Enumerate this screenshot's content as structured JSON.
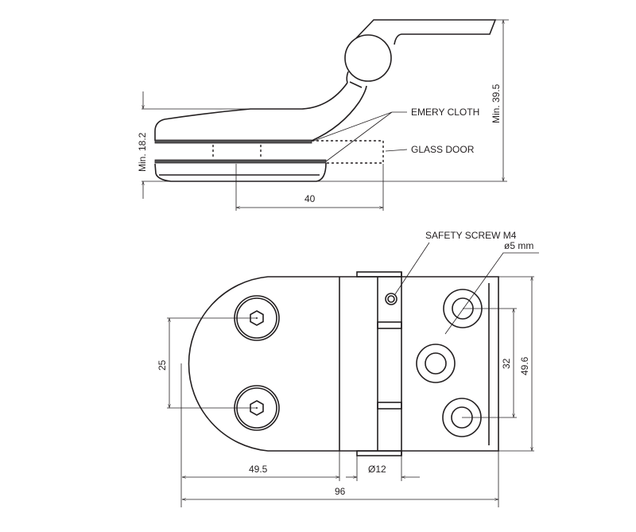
{
  "side_view": {
    "label_emery_cloth": "EMERY CLOTH",
    "label_glass_door": "GLASS DOOR",
    "dim_min_18_2": "Min. 18.2",
    "dim_min_39_5": "Min. 39.5",
    "dim_40": "40"
  },
  "front_view": {
    "label_safety_screw": "SAFETY SCREW M4",
    "label_hole_diameter": "ø5 mm",
    "dim_25": "25",
    "dim_32": "32",
    "dim_49_6": "49.6",
    "dim_49_5": "49.5",
    "dim_d12": "Ø12",
    "dim_96": "96"
  }
}
